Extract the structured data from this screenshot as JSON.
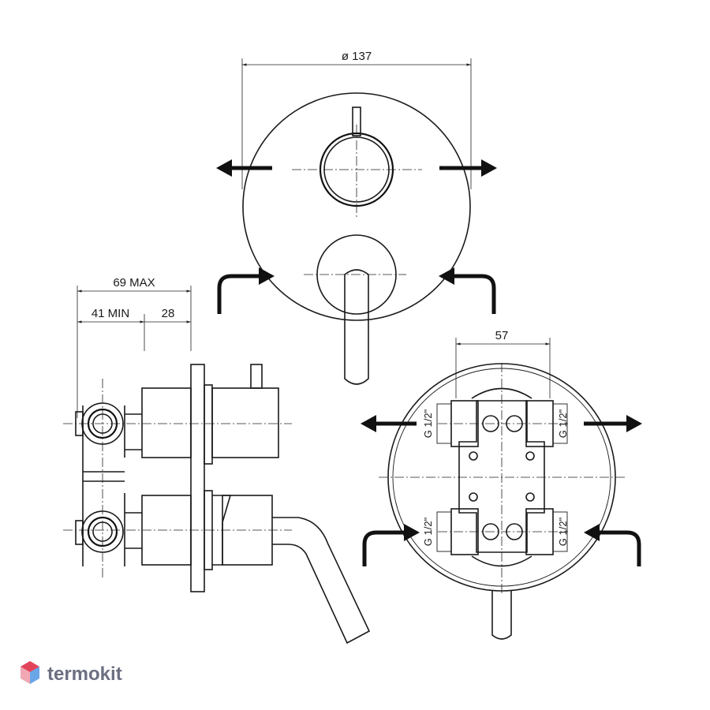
{
  "dimensions": {
    "plate_diameter": "ø 137",
    "max_depth": "69 MAX",
    "min_depth": "41 MIN",
    "trim_depth": "28",
    "port_spacing": "57"
  },
  "threads": {
    "top_left": "G 1/2\"",
    "top_right": "G 1/2\"",
    "bottom_left": "G 1/2\"",
    "bottom_right": "G 1/2\""
  },
  "watermark": {
    "brand": "termokit"
  },
  "colors": {
    "line": "#1a1a1a",
    "logo_text": "#6b6f80",
    "logo_red": "#e2445c",
    "logo_blue": "#6aa5e8"
  }
}
